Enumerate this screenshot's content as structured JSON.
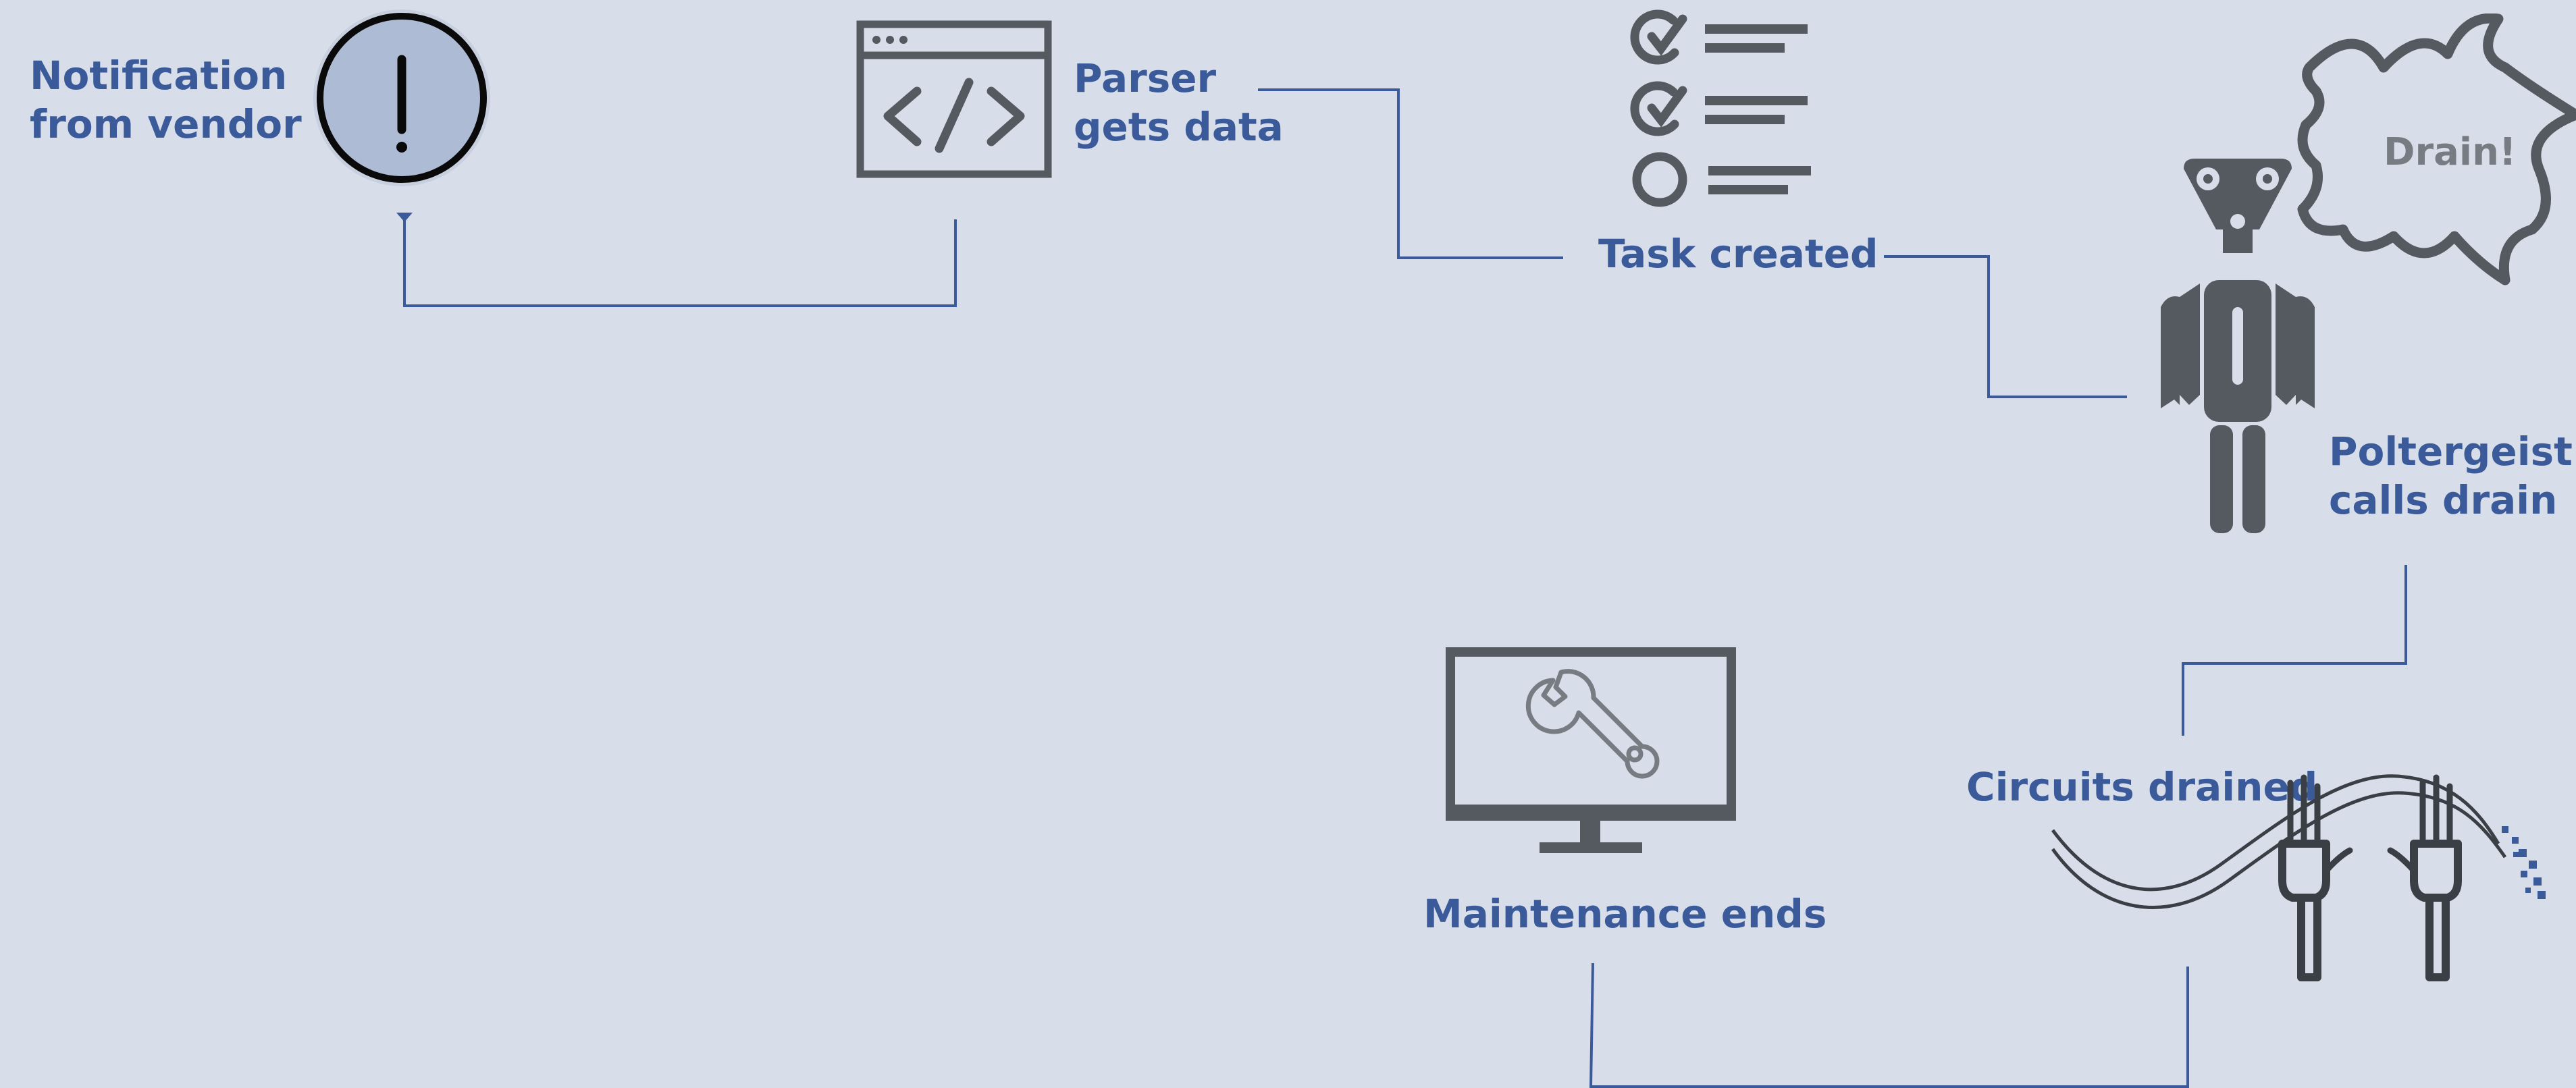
{
  "diagram": {
    "steps": {
      "notification": {
        "line1": "Notification",
        "line2": "from vendor",
        "icon": "exclamation-icon"
      },
      "parser": {
        "line1": "Parser",
        "line2": "gets data",
        "icon": "code-window-icon"
      },
      "task": {
        "label": "Task created",
        "icon": "checklist-icon"
      },
      "poltergeist": {
        "line1": "Poltergeist",
        "line2": "calls drain",
        "icon": "robot-icon"
      },
      "speech": {
        "label": "Drain!",
        "icon": "speech-burst-icon"
      },
      "circuits": {
        "label": "Circuits drained",
        "icon": "unplugged-cables-icon"
      },
      "maintenance": {
        "label": "Maintenance ends",
        "icon": "monitor-wrench-icon"
      }
    },
    "colors": {
      "background": "#d8dee9",
      "label": "#3a5a9a",
      "connector": "#3a5a9a",
      "icon": "#555a60",
      "alert_fill": "#aebbd4"
    }
  }
}
